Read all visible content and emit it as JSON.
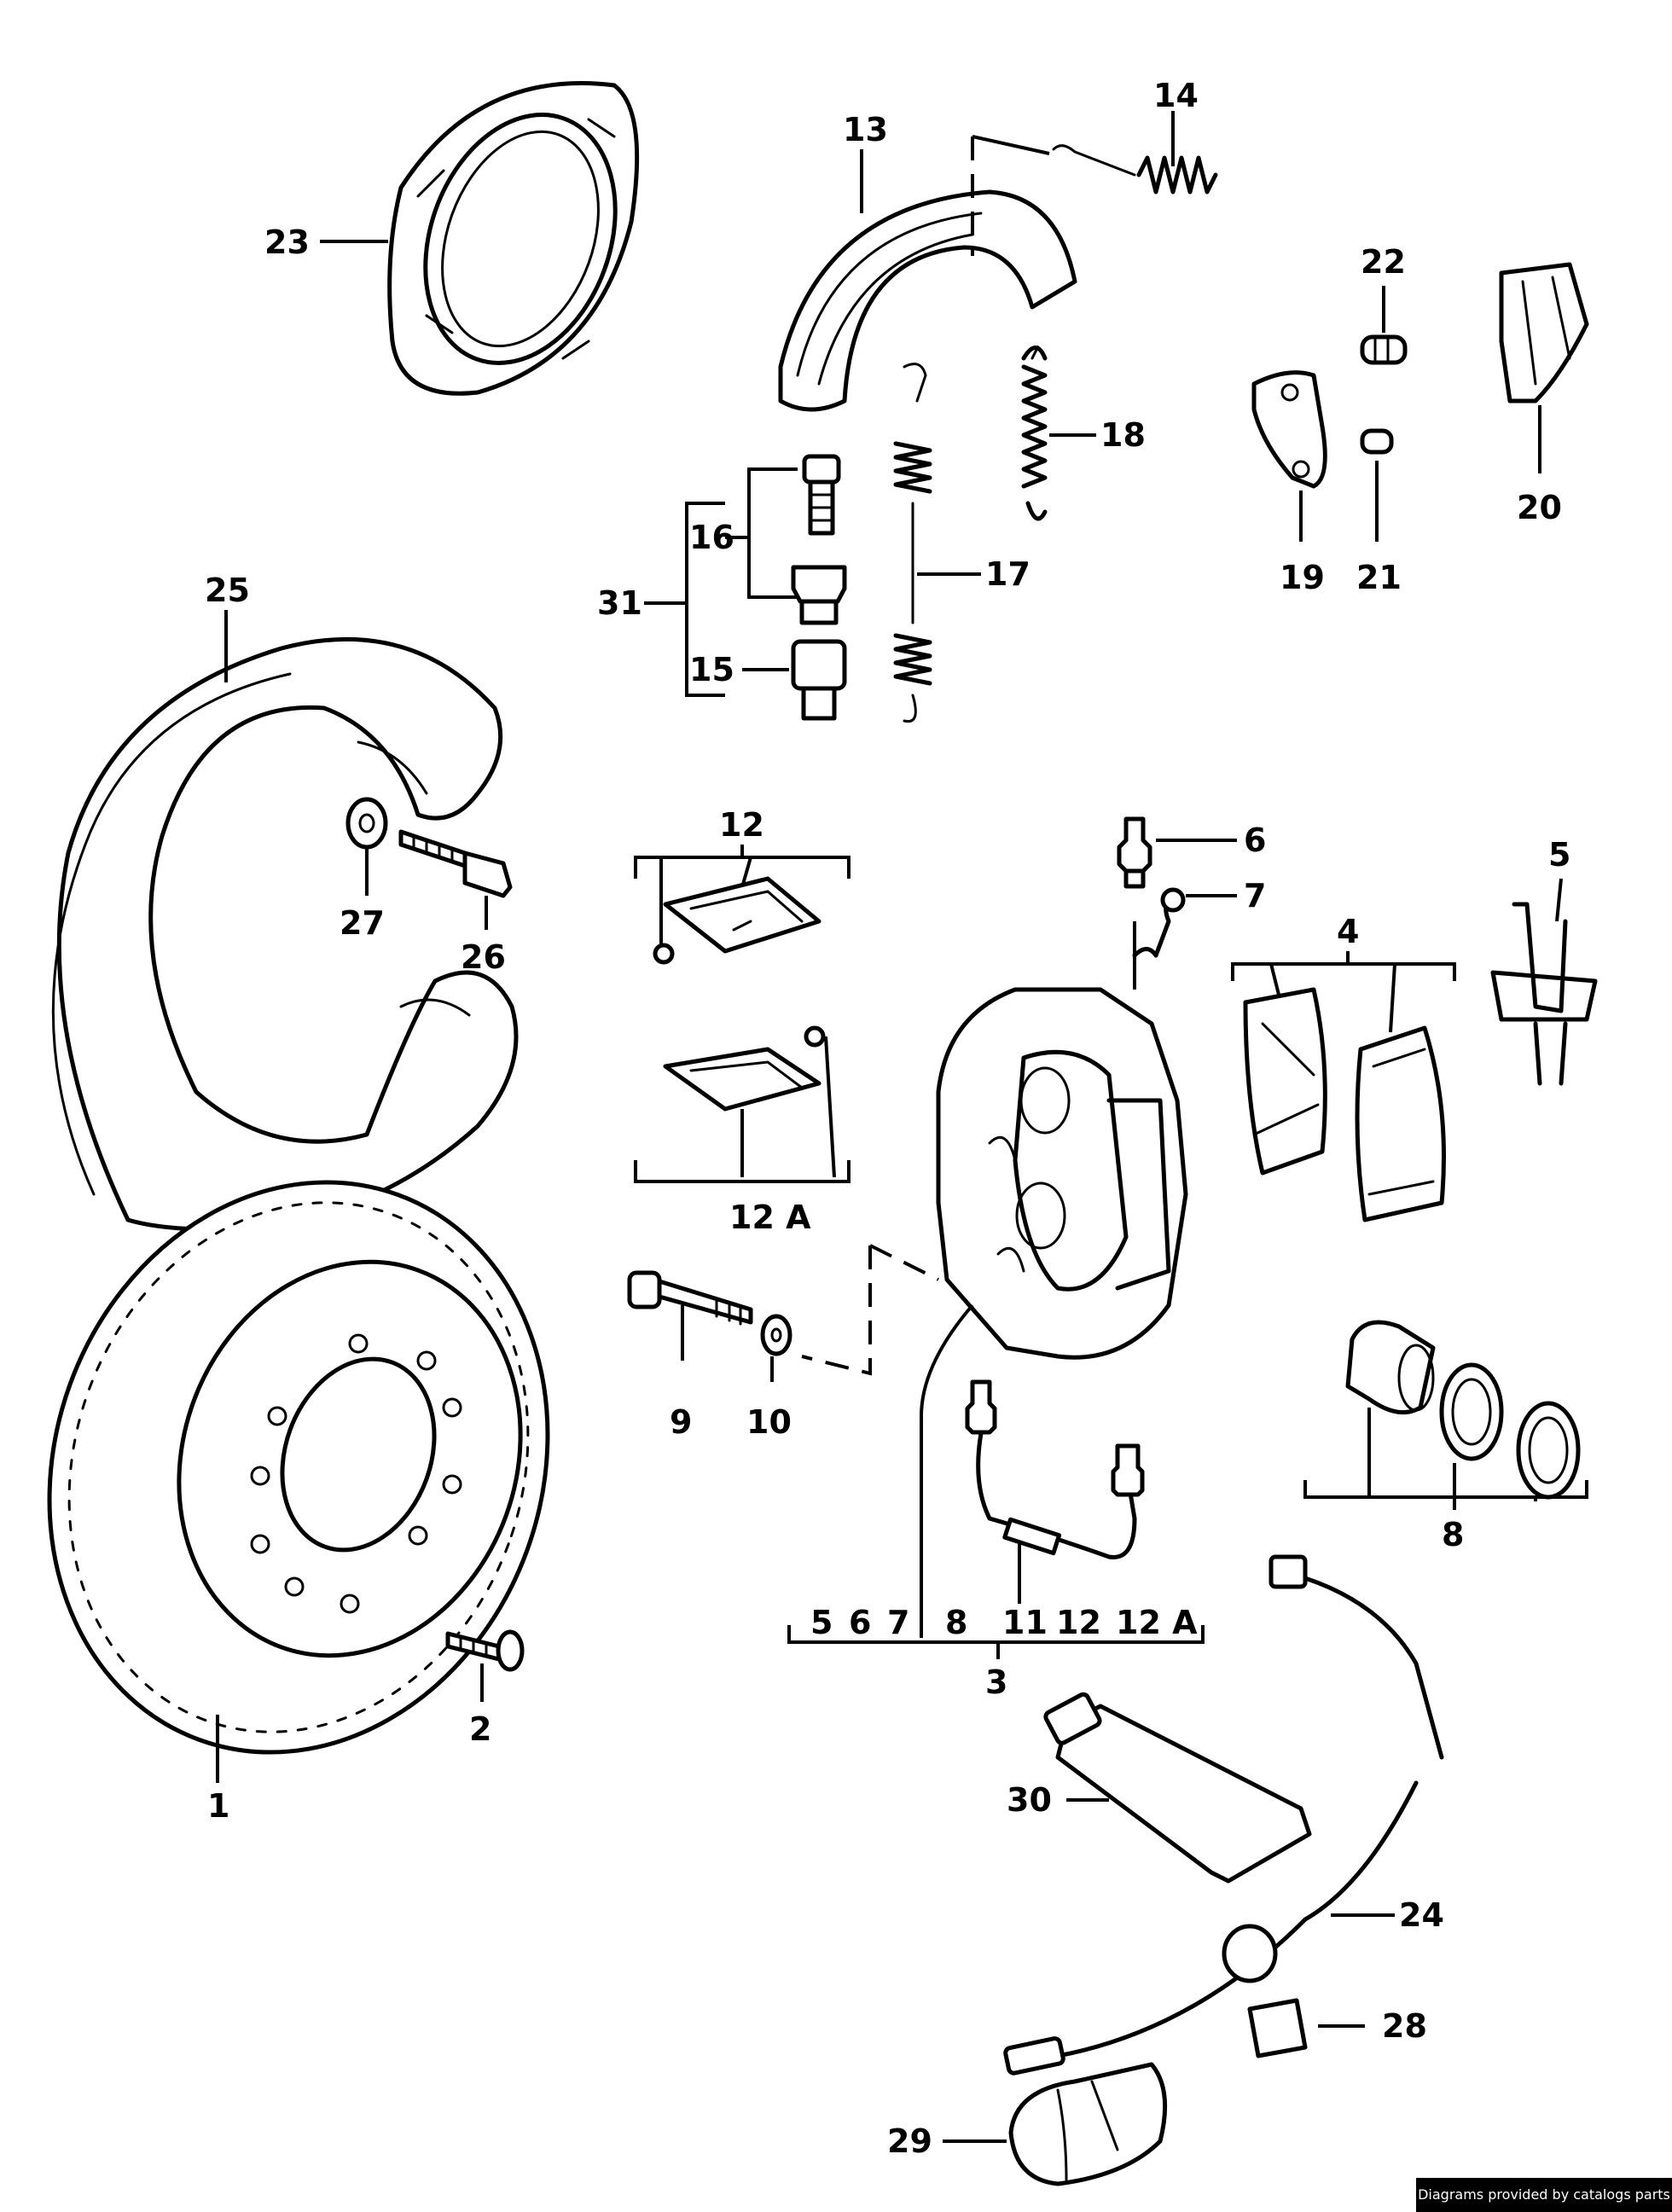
{
  "callouts": {
    "c1": "1",
    "c2": "2",
    "c3": "3",
    "c4": "4",
    "c5": "5",
    "c6": "6",
    "c7": "7",
    "c8": "8",
    "c9": "9",
    "c10": "10",
    "c12": "12",
    "c12a": "12 A",
    "c13": "13",
    "c14": "14",
    "c15": "15",
    "c16": "16",
    "c17": "17",
    "c18": "18",
    "c19": "19",
    "c20": "20",
    "c21": "21",
    "c22": "22",
    "c23": "23",
    "c24": "24",
    "c25": "25",
    "c26": "26",
    "c27": "27",
    "c28": "28",
    "c29": "29",
    "c30": "30",
    "c31": "31"
  },
  "caliper_group_row": [
    "5",
    "6",
    "7",
    "8",
    "11",
    "12",
    "12 A"
  ],
  "credit": "Diagrams provided by catalogs parts"
}
